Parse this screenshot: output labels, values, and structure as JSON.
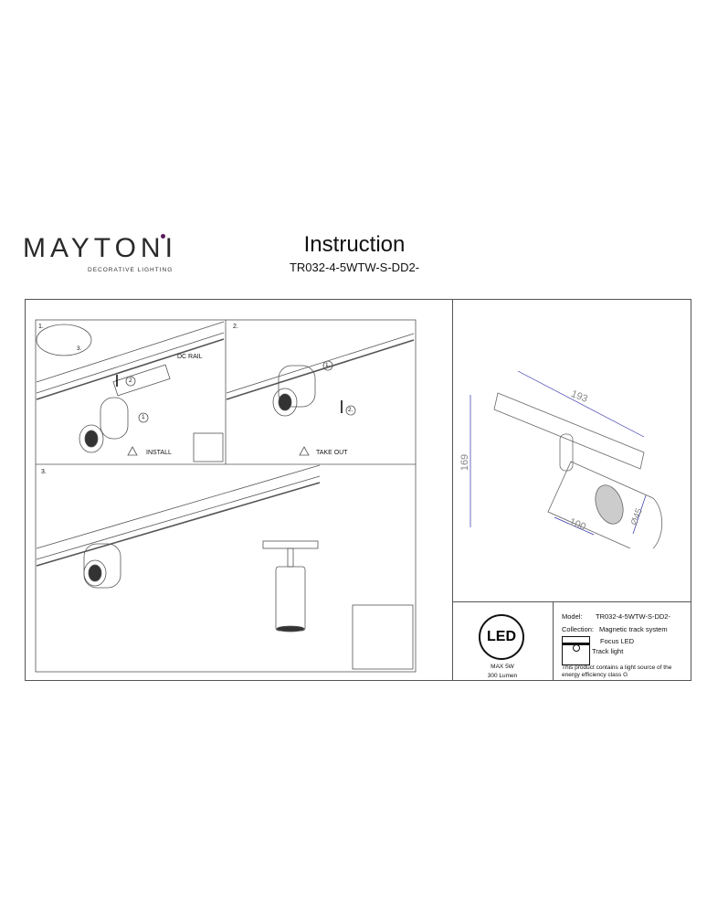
{
  "header": {
    "brand": "MAYTONI",
    "brand_tagline": "DECORATIVE LIGHTING",
    "title": "Instruction",
    "model_code": "TR032-4-5WTW-S-DD2-"
  },
  "steps": {
    "step1": {
      "number": "1.",
      "rail_label": "DC RAIL",
      "callouts": [
        "1",
        "2",
        "3."
      ],
      "caption": "INSTALL"
    },
    "step2": {
      "number": "2.",
      "callouts": [
        "1.",
        "2."
      ],
      "caption": "TAKE OUT"
    },
    "step3": {
      "number": "3."
    }
  },
  "dimensions": {
    "length": "193",
    "height": "169",
    "body_length": "100",
    "diameter": "Ø45"
  },
  "led_badge": {
    "label": "LED",
    "power": "MAX 5W",
    "lumen": "300 Lumen"
  },
  "specs": {
    "model_label": "Model:",
    "model_value": "TR032-4-5WTW-S-DD2-",
    "collection_label": "Collection:",
    "collection_value": "Magnetic track system",
    "type_line1": "Focus LED",
    "type_line2": "Track light",
    "energy_note": "This product contains a light source of the energy efficiency class G"
  }
}
